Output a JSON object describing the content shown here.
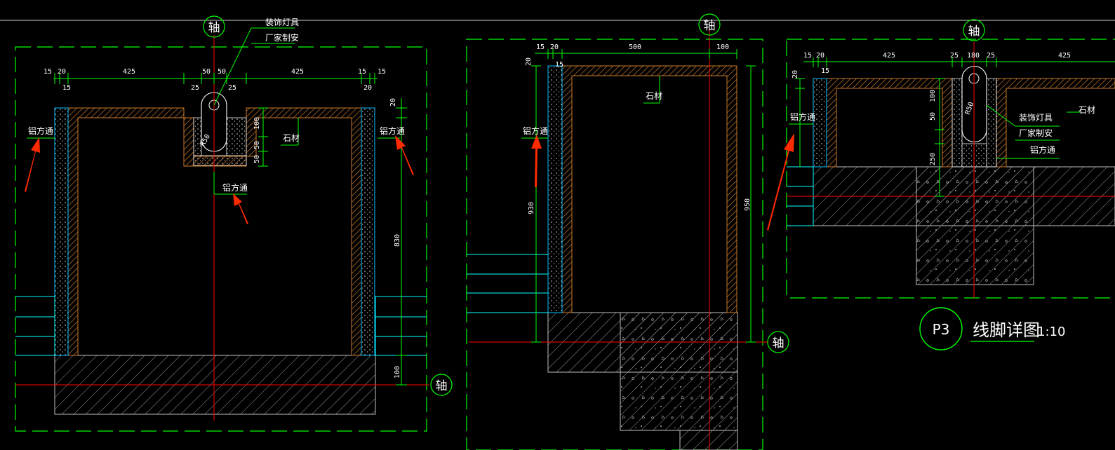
{
  "axis_label": "轴",
  "labels": {
    "fixture": "装饰灯具",
    "maker": "厂家制安",
    "alu": "铝方通",
    "stone": "石材",
    "radius": "R50"
  },
  "title": {
    "tag": "P3",
    "name": "线脚详图",
    "scale": "1:10"
  },
  "dims": {
    "d15": "15",
    "d20": "20",
    "d25": "25",
    "d50": "50",
    "d100": "100",
    "d180": "180",
    "d250": "250",
    "d425": "425",
    "d500": "500",
    "d830": "830",
    "d930": "930",
    "d950": "950"
  },
  "colors": {
    "green": "#00ff00",
    "red": "#ff0000",
    "cyan": "#00ffff",
    "brown": "#c8782d",
    "white": "#ffffff",
    "gray": "#bfbfbf",
    "arrow": "#ff2a00"
  }
}
